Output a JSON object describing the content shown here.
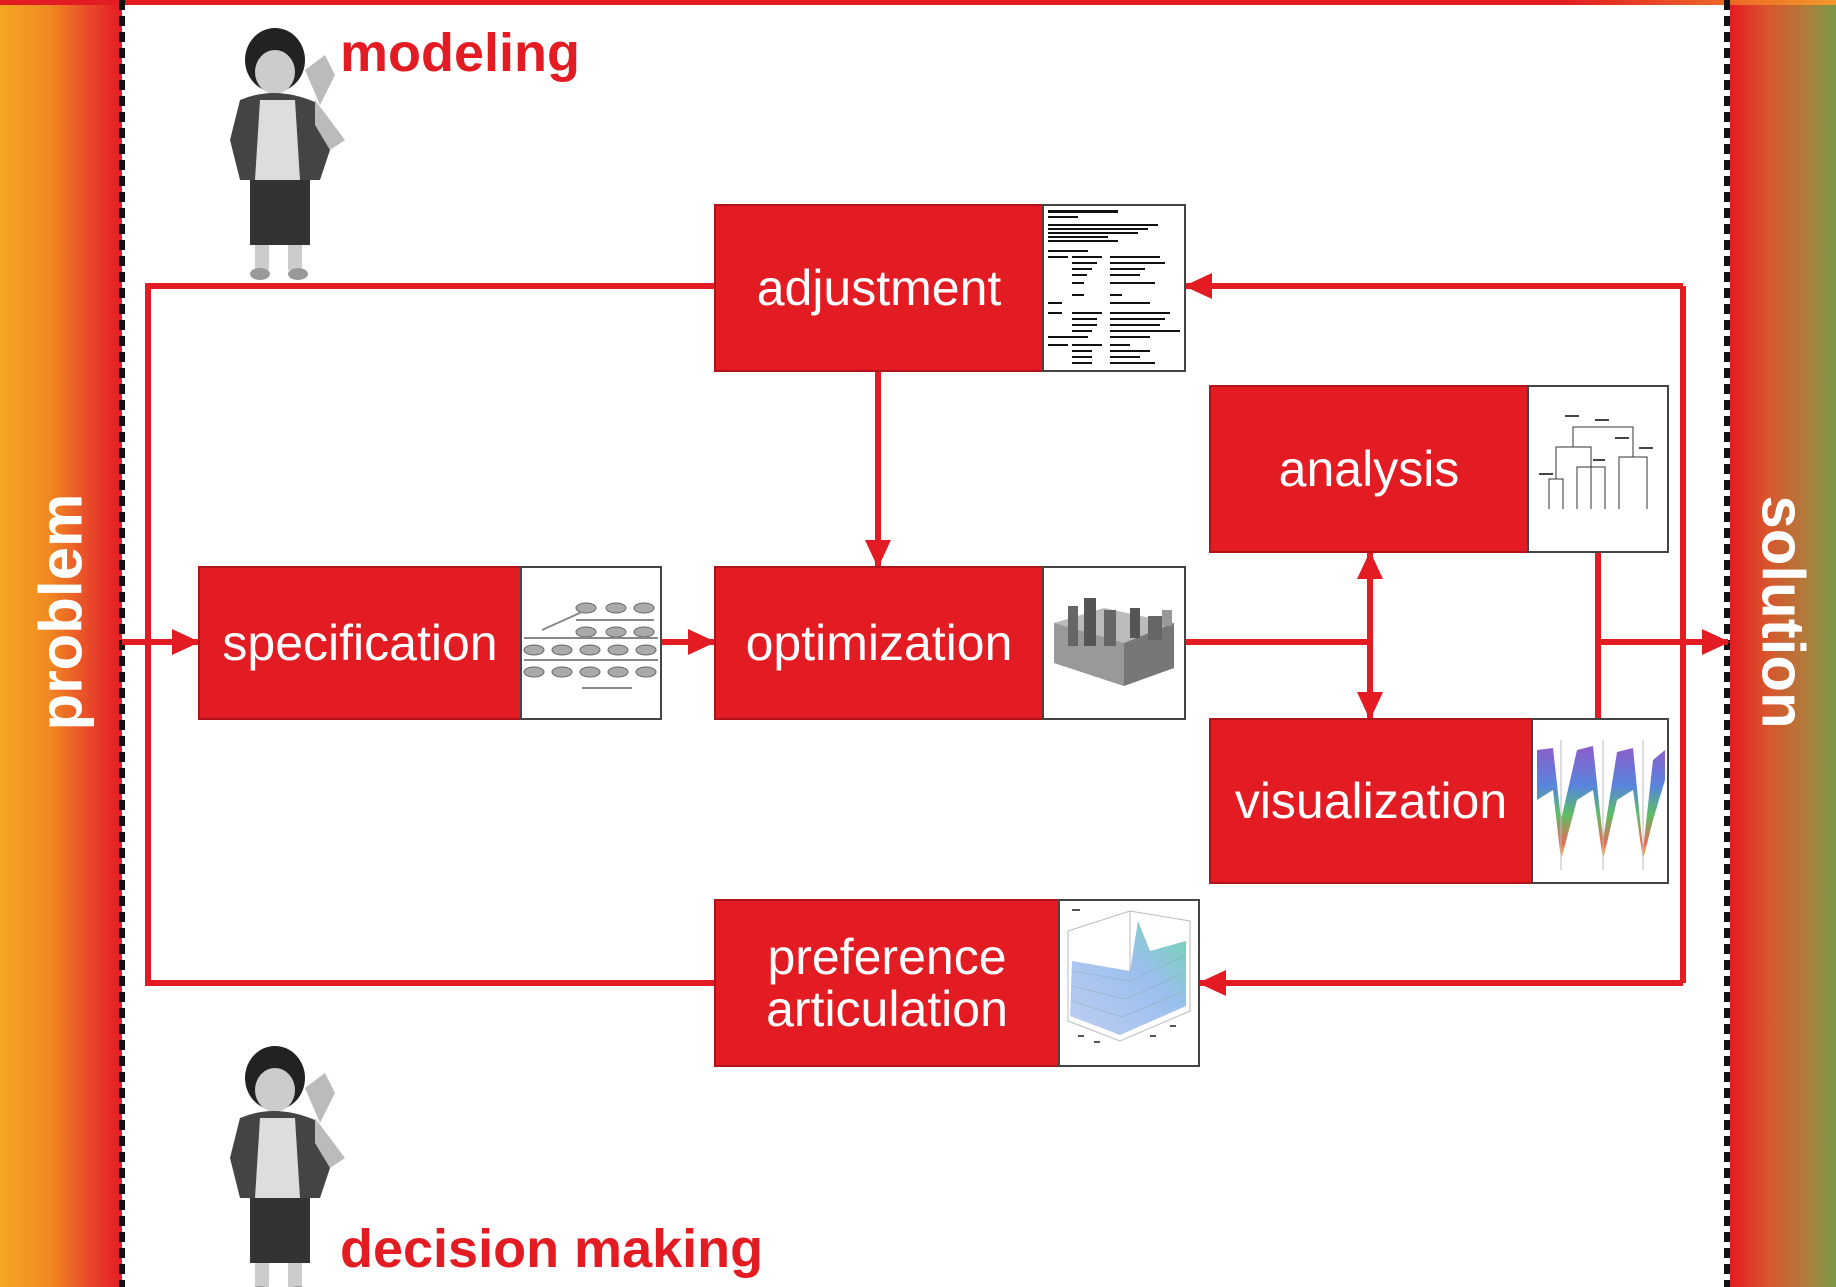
{
  "sides": {
    "left": "problem",
    "right": "solution"
  },
  "headings": {
    "top": "modeling",
    "bottom": "decision making"
  },
  "boxes": {
    "adjustment": "adjustment",
    "specification": "specification",
    "optimization": "optimization",
    "analysis": "analysis",
    "visualization": "visualization",
    "preference": "preference articulation"
  },
  "colors": {
    "accent": "#e31b23",
    "left_gradient_start": "#f5a623",
    "right_gradient_end": "#7a9a46"
  },
  "icons": [
    "person-icon",
    "code-listing-icon",
    "process-flow-icon",
    "3d-blocks-icon",
    "dendrogram-icon",
    "parallel-coordinates-icon",
    "surface-plot-icon"
  ]
}
